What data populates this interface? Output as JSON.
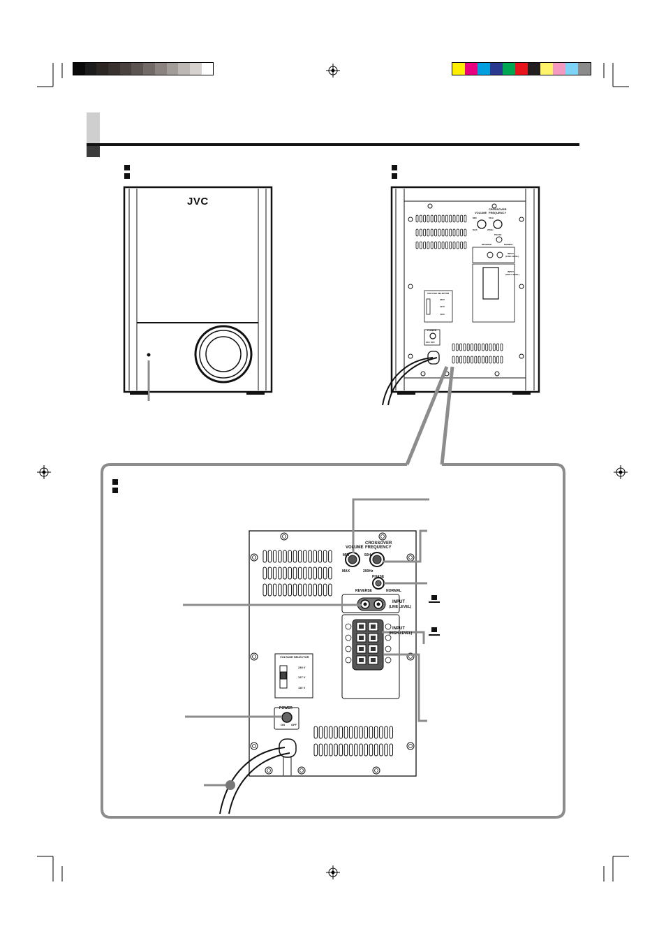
{
  "colors": {
    "gray_bar": [
      "#0a0a0a",
      "#1c1c1c",
      "#2c2624",
      "#3a322f",
      "#4a423e",
      "#5c5450",
      "#726a66",
      "#8a8380",
      "#a39d9a",
      "#bdb8b5",
      "#d6d2d0",
      "#ffffff"
    ],
    "color_bar": [
      "#ffee00",
      "#e8007e",
      "#00a0e0",
      "#2a3890",
      "#00a651",
      "#e8141c",
      "#231f20",
      "#fff36b",
      "#f49ac1",
      "#7fd3f7",
      "#8b8b8b"
    ],
    "callout_gray": "#8c8c8c",
    "ink": "#111111"
  },
  "front_view": {
    "brand_logo": "JVC"
  },
  "rear_view": {
    "small_labels": {
      "volume": "VOLUME",
      "crossover": "CROSSOVER",
      "frequency": "FREQUENCY",
      "min": "MIN",
      "max": "MAX",
      "freq_low": "50Hz",
      "freq_high": "200Hz",
      "phase": "PHASE",
      "reverse": "REVERSE",
      "normal": "NORMAL",
      "input_line": "INPUT",
      "line_level": "(LINE LEVEL)",
      "input_hi": "INPUT",
      "hi_level": "(HIGH LEVEL)",
      "voltage_selector": "VOLTAGE SELECTOR",
      "v230": "230V",
      "v127": "127V",
      "v110": "110V",
      "power": "POWER",
      "on_off": "ON / OFF"
    }
  },
  "detail_view": {
    "labels": {
      "volume": "VOLUME",
      "min": "MIN",
      "max": "MAX",
      "crossover": "CROSSOVER",
      "frequency": "FREQUENCY",
      "freq_low": "50Hz",
      "freq_high": "200Hz",
      "phase": "PHASE",
      "reverse": "REVERSE",
      "normal": "NORMAL",
      "input_line": "INPUT",
      "line_level": "(LINE LEVEL)",
      "input_hi": "INPUT",
      "hi_level": "(HIGH LEVEL)",
      "voltage_selector": "VOLTAGE SELECTOR",
      "v230": "230 V",
      "v127": "127 V",
      "v110": "110 V",
      "power": "POWER",
      "on": "ON",
      "off": "OFF"
    }
  }
}
